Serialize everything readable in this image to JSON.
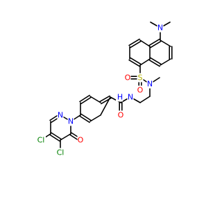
{
  "colors": {
    "C": "#000000",
    "N": "#0000ff",
    "O": "#ff0000",
    "S": "#b2b200",
    "Cl": "#008000"
  },
  "labels": {
    "n_me2": "N",
    "s": "S",
    "o_s1": "O",
    "o_s2": "O",
    "n_sulfonamide": "N",
    "n_amide": "N",
    "h_amide": "H",
    "o_amide": "O",
    "n_ring1": "N",
    "n_ring2": "N",
    "o_ring": "O",
    "cl1": "Cl",
    "cl2": "Cl"
  }
}
